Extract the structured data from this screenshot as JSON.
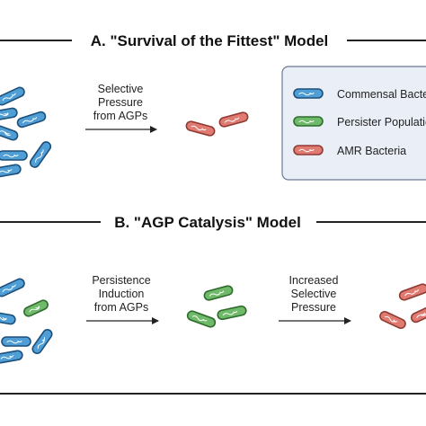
{
  "section_a": {
    "title": "A. \"Survival of the Fittest\" Model",
    "arrow_label": [
      "Selective",
      "Pressure",
      "from AGPs"
    ]
  },
  "legend": {
    "items": [
      {
        "label": "Commensal Bacteria",
        "type": "commensal"
      },
      {
        "label": "Persister Population",
        "type": "persister"
      },
      {
        "label": "AMR Bacteria",
        "type": "amr"
      }
    ]
  },
  "section_b": {
    "title": "B. \"AGP Catalysis\" Model",
    "arrow1_label": [
      "Persistence",
      "Induction",
      "from AGPs"
    ],
    "arrow2_label": [
      "Increased",
      "Selective",
      "Pressure"
    ]
  },
  "colors": {
    "commensal_fill": "#4f9fd6",
    "commensal_stroke": "#1d4f7a",
    "persister_fill": "#6fba6a",
    "persister_stroke": "#2f6b2d",
    "amr_fill": "#e07b72",
    "amr_stroke": "#8f3a33",
    "legend_bg": "#e9eef7",
    "legend_border": "#6c7a94"
  }
}
